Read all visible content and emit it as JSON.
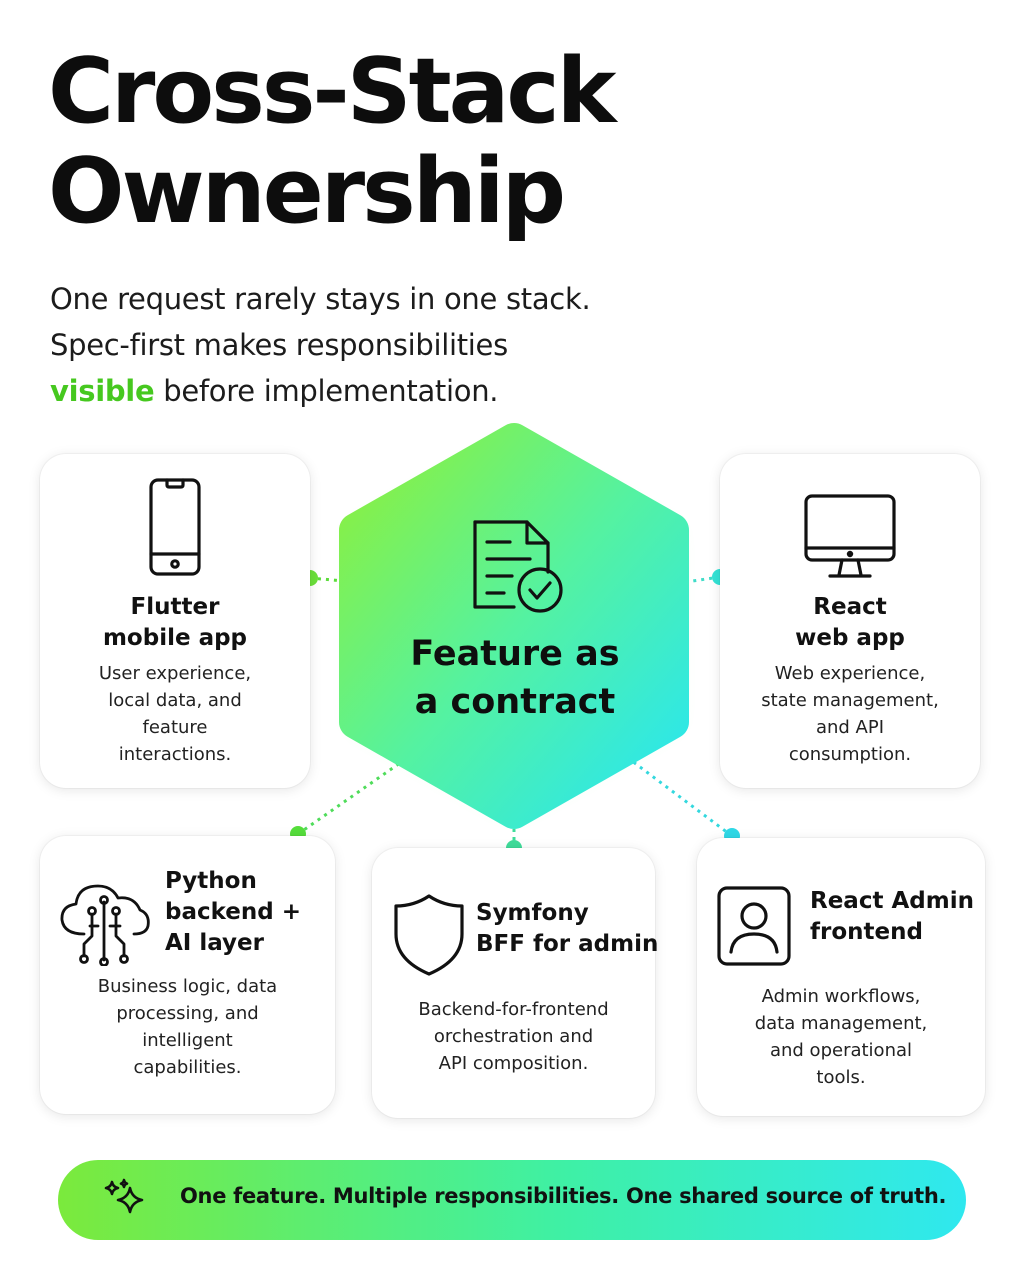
{
  "title": {
    "line1": "Cross-Stack",
    "line2": "Ownership"
  },
  "subtitle": {
    "line1": "One request rarely stays in one stack.",
    "line2": "Spec-first makes responsibilities",
    "accent": "visible",
    "line3_rest": " before implementation."
  },
  "center": {
    "line1": "Feature as",
    "line2": "a contract",
    "icon": "document-check-icon"
  },
  "cards": {
    "flutter": {
      "title1": "Flutter",
      "title2": "mobile app",
      "desc": [
        "User experience,",
        "local data, and",
        "feature",
        "interactions."
      ],
      "icon": "smartphone-icon"
    },
    "react_web": {
      "title1": "React",
      "title2": "web app",
      "desc": [
        "Web experience,",
        "state management,",
        "and API",
        "consumption."
      ],
      "icon": "monitor-icon"
    },
    "python": {
      "title1": "Python",
      "title2": "backend +",
      "title3": "AI layer",
      "desc": [
        "Business logic, data",
        "processing, and",
        "intelligent",
        "capabilities."
      ],
      "icon": "cloud-circuit-icon"
    },
    "symfony": {
      "title1": "Symfony",
      "title2": "BFF for admin",
      "desc": [
        "Backend-for-frontend",
        "orchestration and",
        "API composition."
      ],
      "icon": "shield-icon"
    },
    "react_admin": {
      "title1": "React Admin",
      "title2": "frontend",
      "desc": [
        "Admin workflows,",
        "data management,",
        "and operational",
        "tools."
      ],
      "icon": "user-profile-icon"
    }
  },
  "banner": {
    "text": "One feature. Multiple responsibilities. One shared source of truth.",
    "icon": "sparkles-icon"
  },
  "colors": {
    "accent_green": "#46c81f",
    "gradient_start": "#86ee3a",
    "gradient_end": "#2ee8ef"
  }
}
